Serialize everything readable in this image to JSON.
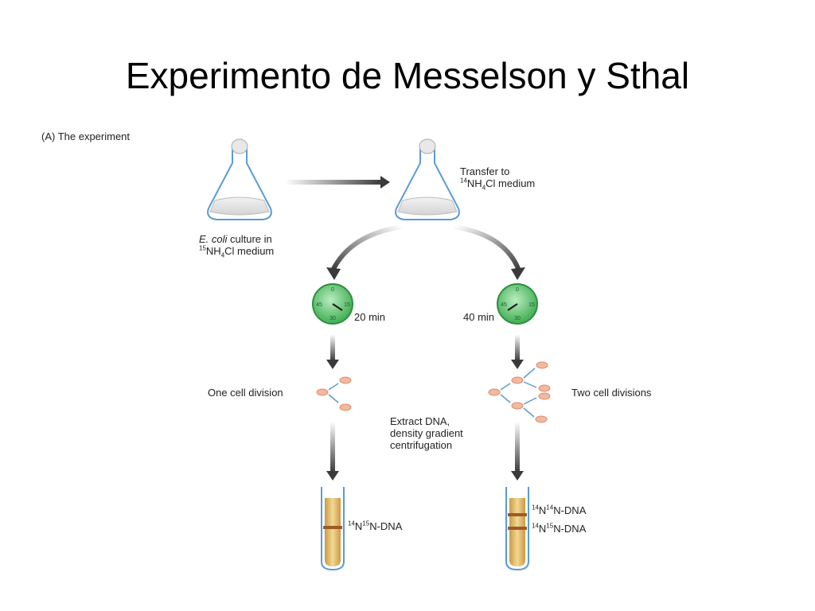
{
  "slide": {
    "title": "Experimento de Messelson y Sthal"
  },
  "panel": {
    "label": "(A) The experiment"
  },
  "flask_left": {
    "caption_line1_italic": "E. coli",
    "caption_line1_rest": " culture in",
    "caption_line2_sup": "15",
    "caption_line2_a": "NH",
    "caption_line2_sub": "4",
    "caption_line2_b": "Cl medium"
  },
  "flask_right": {
    "caption_line1": "Transfer to",
    "caption_line2_sup": "14",
    "caption_line2_a": "NH",
    "caption_line2_sub": "4",
    "caption_line2_b": "Cl medium"
  },
  "clock": {
    "tick_top": "0",
    "tick_right": "15",
    "tick_bottom": "30",
    "tick_left": "45",
    "color": "#3fae52"
  },
  "timers": {
    "left_label": "20 min",
    "right_label": "40 min"
  },
  "divisions": {
    "left_label": "One cell division",
    "right_label": "Two cell divisions"
  },
  "center_note": {
    "line1": "Extract DNA,",
    "line2": "density gradient",
    "line3": "centrifugation"
  },
  "tube_left": {
    "band_sup1": "14",
    "band_a": "N",
    "band_sup2": "15",
    "band_b": "N-DNA"
  },
  "tube_right": {
    "band1_sup1": "14",
    "band1_a": "N",
    "band1_sup2": "14",
    "band1_b": "N-DNA",
    "band2_sup1": "14",
    "band2_a": "N",
    "band2_sup2": "15",
    "band2_b": "N-DNA"
  },
  "colors": {
    "flask_outline": "#5b9bd5",
    "arrow": "#3a3a3a",
    "cell": "#f3b9a0",
    "tube_fill": "#d9b46a",
    "band": "#9c5a2a"
  }
}
